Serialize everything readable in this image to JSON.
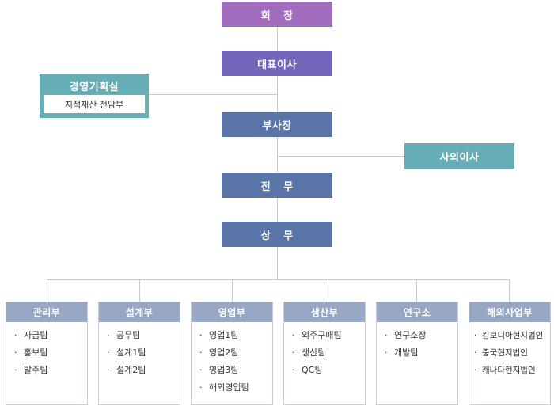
{
  "top": {
    "chairman": "회 장",
    "ceo": "대표이사",
    "vice_president": "부사장",
    "executive_director": "전 무",
    "managing_director": "상 무"
  },
  "planning_office": {
    "title": "경영기획실",
    "sub": "지적재산 전담부"
  },
  "outside_director": "사외이사",
  "departments": [
    {
      "name": "관리부",
      "items": [
        "자금팀",
        "홍보팀",
        "발주팀"
      ]
    },
    {
      "name": "설계부",
      "items": [
        "공무팀",
        "설계1팀",
        "설계2팀"
      ]
    },
    {
      "name": "영업부",
      "items": [
        "영업1팀",
        "영업2팀",
        "영업3팀",
        "해외영업팀"
      ]
    },
    {
      "name": "생산부",
      "items": [
        "외주구매팀",
        "생산팀",
        "QC팀"
      ]
    },
    {
      "name": "연구소",
      "items": [
        "연구소장",
        "개발팀"
      ]
    },
    {
      "name": "해외사업부",
      "items": [
        "캄보디아현지법인",
        "중국현지법인",
        "캐나다현지법인"
      ]
    }
  ],
  "colors": {
    "chairman": "#a16cbc",
    "ceo": "#7166ba",
    "executive": "#5a74a8",
    "teal": "#66adb6",
    "dept_header": "#97a7c4",
    "connector": "#c8c8c8"
  }
}
